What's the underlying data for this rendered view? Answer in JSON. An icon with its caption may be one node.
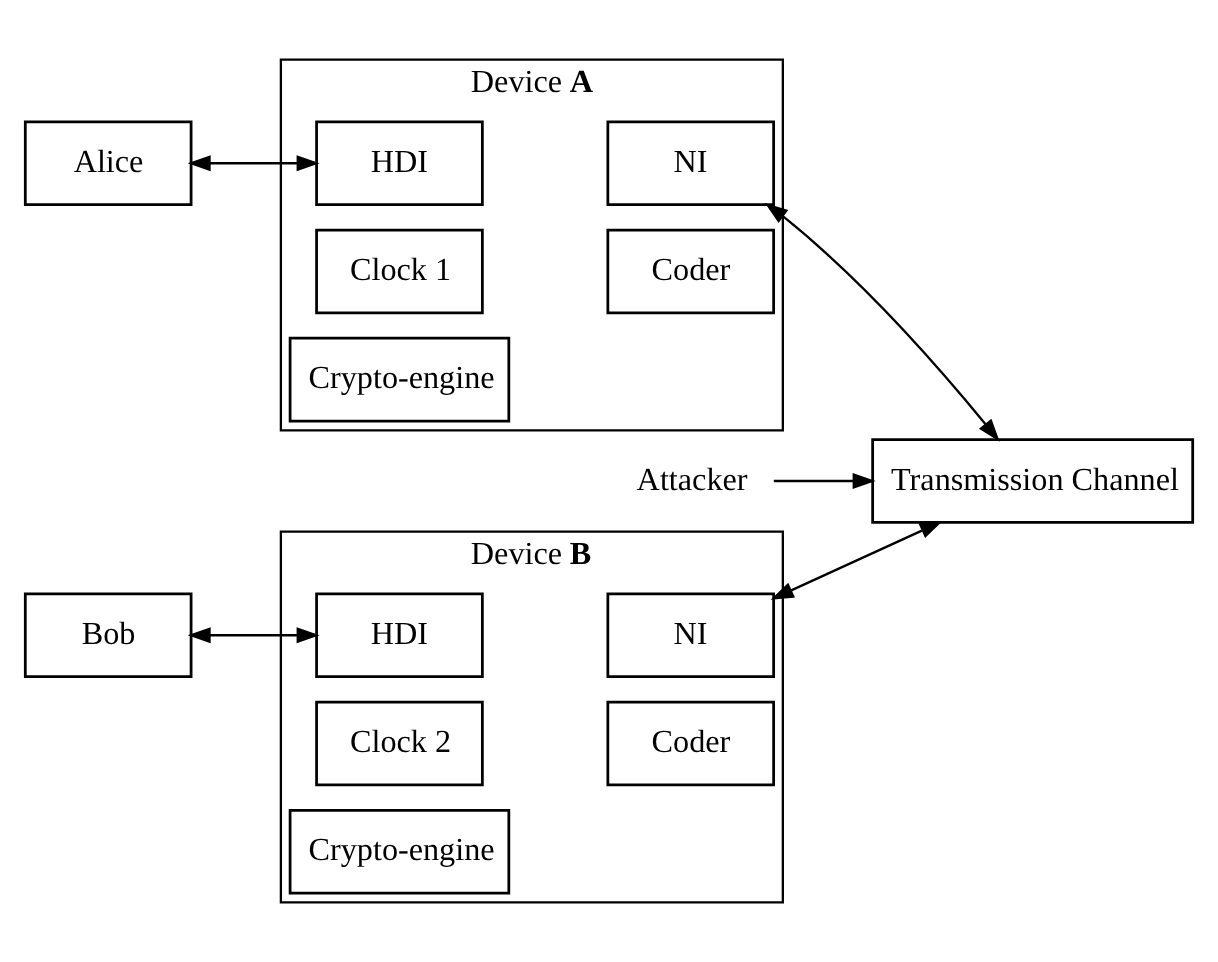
{
  "diagram": {
    "nodes": [
      {
        "text": [
          "Alice"
        ]
      },
      {
        "text": [
          "Device **A**"
        ]
      },
      {
        "text": [
          "HDI"
        ],
        "in": 1
      },
      {
        "text": [
          "NI"
        ],
        "in": 1
      },
      {
        "text": [
          "Clock 1"
        ],
        "in": 1
      },
      {
        "text": [
          "Coder"
        ],
        "in": 1
      },
      {
        "text": [
          "Crypto-engine"
        ],
        "in": 1
      },
      {
        "text": [
          "Attacker"
        ]
      },
      {
        "text": [
          "Transmission Channel"
        ]
      },
      {
        "text": [
          "Bob"
        ]
      },
      {
        "text": [
          "Device **B**"
        ]
      },
      {
        "text": [
          "HDI"
        ],
        "in": 10
      },
      {
        "text": [
          "NI"
        ],
        "in": 10
      },
      {
        "text": [
          "Clock 2"
        ],
        "in": 10
      },
      {
        "text": [
          "Coder"
        ],
        "in": 10
      },
      {
        "text": [
          "Crypto-engine"
        ],
        "in": 10
      }
    ],
    "edges": [
      {
        "from": 0,
        "to": 2,
        "arrow": "both"
      },
      {
        "from": 3,
        "to": 8,
        "arrow": "both"
      },
      {
        "from": 7,
        "to": 8,
        "arrow": "to"
      },
      {
        "from": 9,
        "to": 11,
        "arrow": "both"
      },
      {
        "from": 12,
        "to": 8,
        "arrow": "both"
      }
    ]
  }
}
